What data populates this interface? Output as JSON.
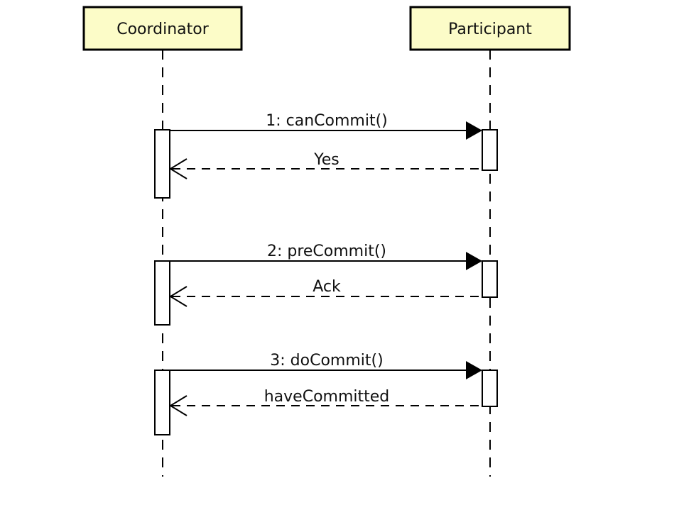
{
  "diagram": {
    "type": "uml-sequence",
    "lifelines": [
      {
        "id": "coordinator",
        "label": "Coordinator"
      },
      {
        "id": "participant",
        "label": "Participant"
      }
    ],
    "exchanges": [
      {
        "call": "1: canCommit()",
        "return": "Yes"
      },
      {
        "call": "2: preCommit()",
        "return": "Ack"
      },
      {
        "call": "3: doCommit()",
        "return": "haveCommitted"
      }
    ],
    "colors": {
      "lifeline_head_fill": "#FCFCC8",
      "stroke": "#000000",
      "text": "#111111",
      "activation_fill": "#FFFFFF",
      "background": "#FFFFFF"
    }
  }
}
